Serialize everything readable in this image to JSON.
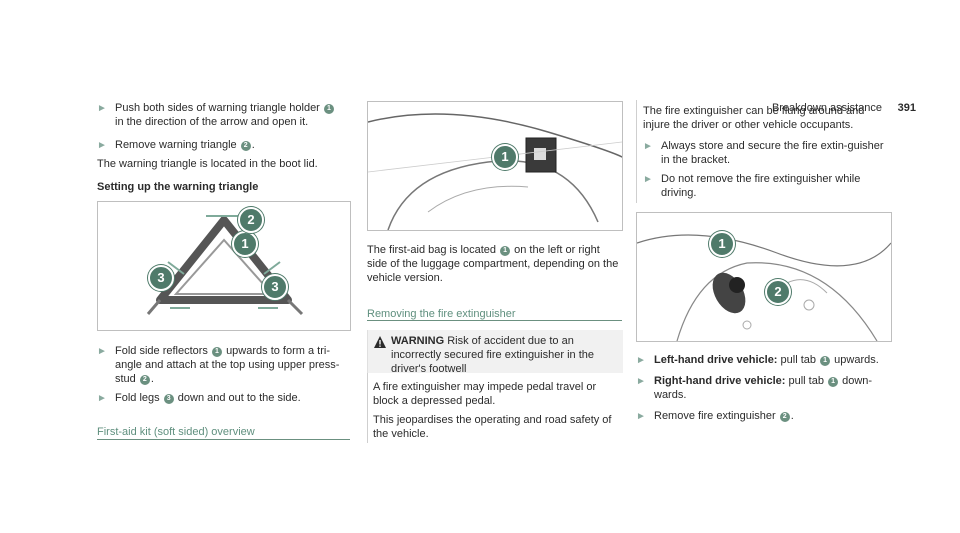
{
  "header": {
    "section": "Breakdown assistance",
    "page_number": "391"
  },
  "col1": {
    "step1": {
      "pre": "Push both sides of warning triangle holder",
      "num": "1",
      "post": "in the direction of the arrow and open it."
    },
    "step2": {
      "pre": "Remove warning triangle",
      "num": "2",
      "post": "."
    },
    "note": "The warning triangle is located in the boot lid.",
    "heading": "Setting up the warning triangle",
    "figure_callouts": [
      "1",
      "2",
      "3",
      "3"
    ],
    "step3": {
      "pre": "Fold side reflectors",
      "num1": "1",
      "mid": "upwards to form a tri-angle and attach at the top using upper press-stud",
      "num2": "2",
      "post": "."
    },
    "step4": {
      "pre": "Fold legs",
      "num": "3",
      "post": "down and out to the side."
    },
    "section_link": "First-aid kit (soft sided) overview"
  },
  "col2": {
    "figure_callout": "1",
    "para": {
      "pre": "The first-aid bag is located",
      "num": "1",
      "post": "on the left or right side of the luggage compartment, depending on the vehicle version."
    },
    "section_link": "Removing the fire extinguisher",
    "warning": {
      "icon": "warning-triangle-icon",
      "label": "WARNING",
      "title": "Risk of accident due to an incorrectly secured fire extinguisher in the driver's footwell",
      "body1": "A fire extinguisher may impede pedal travel or block a depressed pedal.",
      "body2": "This jeopardises the operating and road safety of the vehicle."
    }
  },
  "col3": {
    "warn_cont": "The fire extinguisher can be flung around and injure the driver or other vehicle occupants.",
    "bullet1": "Always store and secure the fire extin-guisher in the bracket.",
    "bullet2": "Do not remove the fire extinguisher while driving.",
    "figure_callouts": [
      "1",
      "2"
    ],
    "step1": {
      "label": "Left-hand drive vehicle:",
      "pre": "pull tab",
      "num": "1",
      "post": "upwards."
    },
    "step2": {
      "label": "Right-hand drive vehicle:",
      "pre": "pull tab",
      "num": "1",
      "post": "down-wards."
    },
    "step3": {
      "pre": "Remove fire extinguisher",
      "num": "2",
      "post": "."
    }
  }
}
